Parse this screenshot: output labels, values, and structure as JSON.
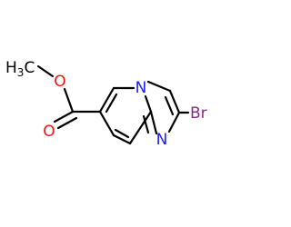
{
  "molecule": {
    "atoms": {
      "methyl_group": {
        "main": "H",
        "subscript": "3",
        "tail": "C"
      },
      "ether_oxygen": "O",
      "carbonyl_oxygen": "O",
      "ring_nitrogen_bridgehead": "N",
      "ring_nitrogen_imidazole": "N",
      "bromine": "Br"
    },
    "colors": {
      "bond": "#000000",
      "carbon_hydrogen": "#000000",
      "oxygen": "#ff0d0d",
      "nitrogen": "#1a1aff",
      "bromine": "#8c2a8c"
    }
  }
}
